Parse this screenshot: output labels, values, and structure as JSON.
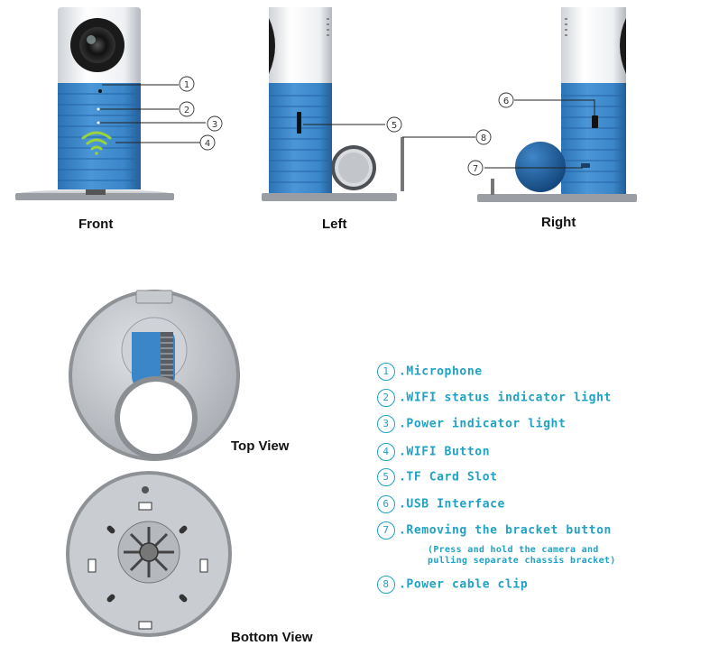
{
  "views": {
    "front": "Front",
    "left": "Left",
    "right": "Right",
    "top": "Top View",
    "bottom": "Bottom View"
  },
  "callouts": [
    "1",
    "2",
    "3",
    "4",
    "5",
    "6",
    "7",
    "8"
  ],
  "legend": [
    {
      "num": "1",
      "text": ".Microphone"
    },
    {
      "num": "2",
      "text": ".WIFI status indicator light"
    },
    {
      "num": "3",
      "text": ".Power indicator light"
    },
    {
      "num": "4",
      "text": ".WIFI Button"
    },
    {
      "num": "5",
      "text": ".TF Card Slot"
    },
    {
      "num": "6",
      "text": ".USB Interface"
    },
    {
      "num": "7",
      "text": ".Removing the bracket button"
    },
    {
      "num": "8",
      "text": ".Power cable clip"
    }
  ],
  "legend_note": [
    "(Press and hold the camera and",
    "pulling separate chassis bracket)"
  ],
  "colors": {
    "body_blue": "#3a86c8",
    "legend_cyan": "#1fa2c4",
    "wifi_green": "#9ad33a",
    "base_silver": "#b9bcc1"
  }
}
